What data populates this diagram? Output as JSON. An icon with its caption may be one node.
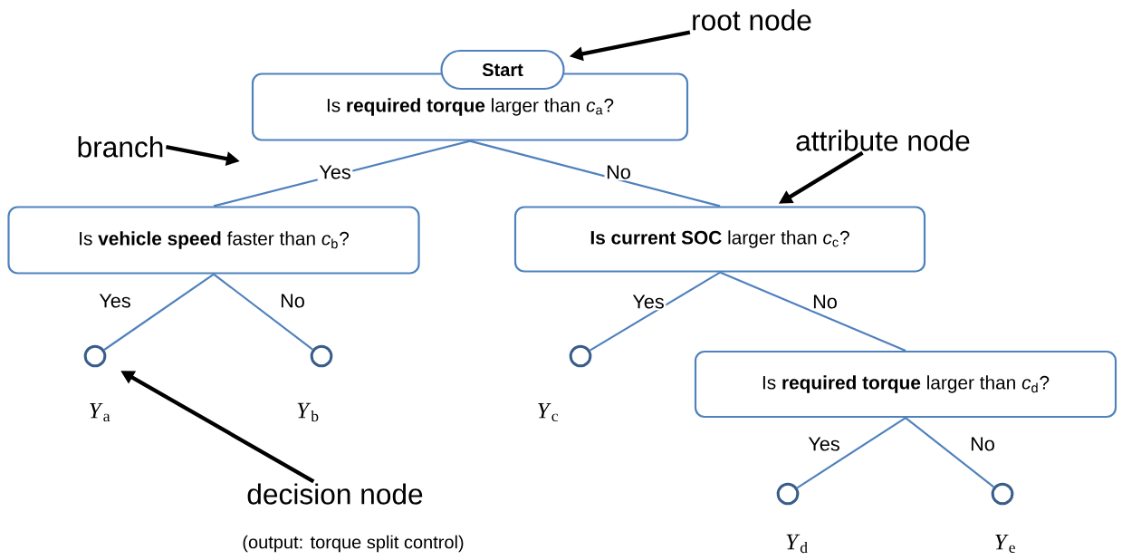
{
  "diagram": {
    "nodes": [
      {
        "text": [
          "Start"
        ]
      },
      {
        "text": [
          "Is **required torque** larger than *c*$_{a}$?"
        ]
      },
      {
        "text": [
          "Is **vehicle speed** faster than *c*$_{b}$?"
        ]
      },
      {
        "text": [
          "**Is current SOC** larger than *c*$_{c}$?"
        ]
      },
      {
        "text": [],
        "shape": "circle",
        "beside": [
          "*Y*$_{a}$"
        ]
      },
      {
        "text": [],
        "shape": "circle",
        "beside": [
          "*Y*$_{b}$"
        ]
      },
      {
        "text": [],
        "shape": "circle",
        "beside": [
          "*Y*$_{c}$"
        ]
      },
      {
        "text": [
          "Is **required torque** larger than *c*$_{d}$?"
        ]
      },
      {
        "text": [],
        "shape": "circle",
        "beside": [
          "*Y*$_{d}$"
        ]
      },
      {
        "text": [],
        "shape": "circle",
        "beside": [
          "*Y*$_{e}$"
        ]
      },
      {
        "text": [
          "root node"
        ]
      },
      {
        "text": [
          "branch"
        ]
      },
      {
        "text": [
          "attribute node"
        ]
      },
      {
        "text": [
          "decision node"
        ],
        "beside": [
          "(output: torque split control)"
        ]
      }
    ],
    "edges": [
      {
        "from": 1,
        "to": 2,
        "arrow": "none",
        "label": "Yes"
      },
      {
        "from": 1,
        "to": 3,
        "arrow": "none",
        "label": "No"
      },
      {
        "from": 2,
        "to": 4,
        "arrow": "none",
        "label": "Yes"
      },
      {
        "from": 2,
        "to": 5,
        "arrow": "none",
        "label": "No"
      },
      {
        "from": 3,
        "to": 6,
        "arrow": "none",
        "label": "Yes"
      },
      {
        "from": 3,
        "to": 7,
        "arrow": "none",
        "label": "No"
      },
      {
        "from": 7,
        "to": 8,
        "arrow": "none",
        "label": "Yes"
      },
      {
        "from": 7,
        "to": 9,
        "arrow": "none",
        "label": "No"
      },
      {
        "from": 10,
        "to": 0,
        "arrow": "to",
        "style": "thick",
        "color": "#000000"
      },
      {
        "from": 11,
        "to": null,
        "arrow": "to",
        "style": "thick",
        "color": "#000000"
      },
      {
        "from": 12,
        "to": 3,
        "arrow": "to",
        "style": "thick",
        "color": "#000000"
      },
      {
        "from": 13,
        "to": 4,
        "arrow": "to",
        "style": "thick",
        "color": "#000000"
      }
    ]
  }
}
